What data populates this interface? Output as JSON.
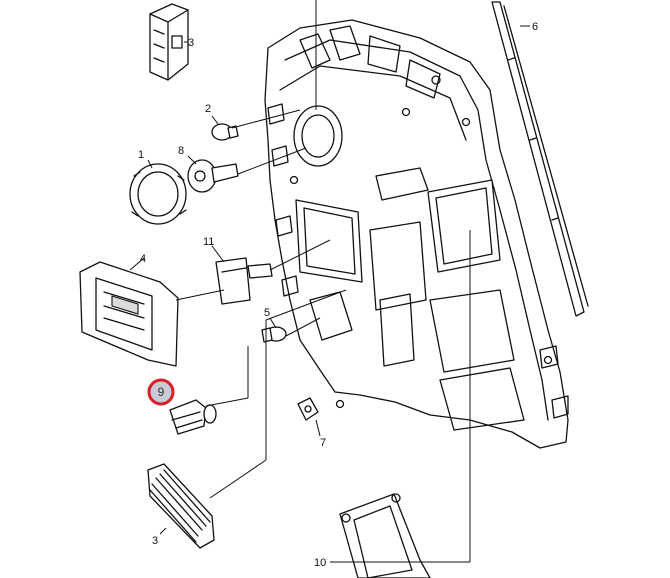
{
  "callouts": {
    "c1": "1",
    "c2": "2",
    "c3a": "3",
    "c3b": "3",
    "c4": "4",
    "c5": "5",
    "c6": "6",
    "c7": "7",
    "c8": "8",
    "c9": "9",
    "c10": "10",
    "c11": "11"
  },
  "highlight": {
    "color": "#d8202a",
    "fill": "#c8cbd4"
  }
}
